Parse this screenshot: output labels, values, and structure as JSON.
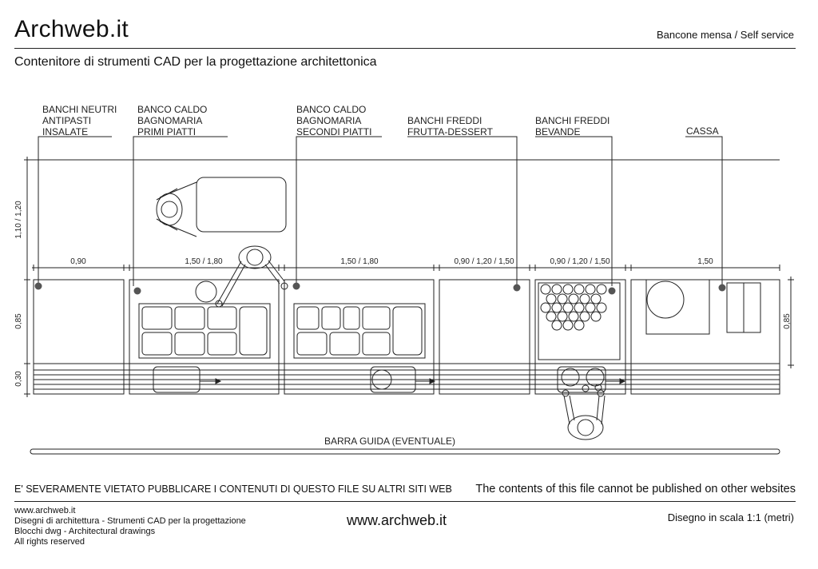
{
  "header": {
    "brand": "Archweb.it",
    "title_right": "Bancone mensa  /  Self service",
    "subtitle": "Contenitore di strumenti CAD per la progettazione architettonica"
  },
  "drawing": {
    "stations": [
      {
        "lines": [
          "BANCHI NEUTRI",
          "ANTIPASTI",
          "INSALATE"
        ],
        "width_label": "0,90"
      },
      {
        "lines": [
          "BANCO CALDO",
          "BAGNOMARIA",
          "PRIMI PIATTI"
        ],
        "width_label": "1,50 / 1,80"
      },
      {
        "lines": [
          "BANCO CALDO",
          "BAGNOMARIA",
          "SECONDI PIATTI"
        ],
        "width_label": "1,50 / 1,80"
      },
      {
        "lines": [
          "BANCHI FREDDI",
          "FRUTTA-DESSERT"
        ],
        "width_label": "0,90 / 1,20 / 1,50"
      },
      {
        "lines": [
          "BANCHI FREDDI",
          "BEVANDE"
        ],
        "width_label": "0,90 / 1,20 / 1,50"
      },
      {
        "lines": [
          "CASSA"
        ],
        "width_label": "1,50"
      }
    ],
    "dims": {
      "aisle": "1,10 / 1,20",
      "counter_left": "0,85",
      "tray": "0,30",
      "counter_right": "0,85"
    },
    "rail_label": "BARRA GUIDA (EVENTUALE)"
  },
  "notices": {
    "italian": "E' SEVERAMENTE VIETATO PUBBLICARE I CONTENUTI DI QUESTO FILE SU ALTRI SITI WEB",
    "english": "The contents of this file cannot be published on other websites"
  },
  "footer": {
    "left_lines": [
      "www.archweb.it",
      "Disegni di architettura - Strumenti CAD  per la progettazione",
      "Blocchi dwg - Architectural drawings",
      "All rights reserved"
    ],
    "center": "www.archweb.it",
    "right": "Disegno in scala 1:1 (metri)"
  }
}
